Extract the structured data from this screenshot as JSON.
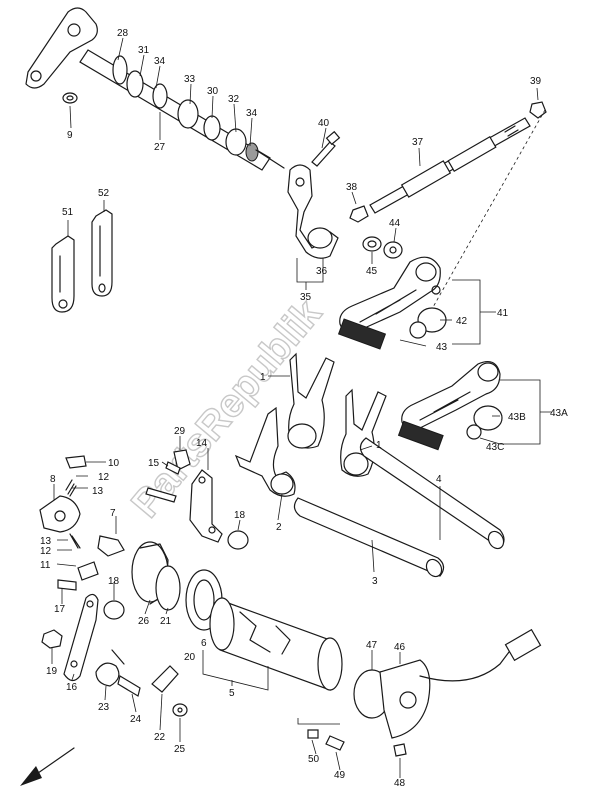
{
  "watermark": "PartsRepublik",
  "callouts": {
    "c1": "1",
    "c1b": "1",
    "c2": "2",
    "c3": "3",
    "c4": "4",
    "c5": "5",
    "c6": "6",
    "c7": "7",
    "c8": "8",
    "c9": "9",
    "c10": "10",
    "c11": "11",
    "c12": "12",
    "c12b": "12",
    "c13": "13",
    "c13b": "13",
    "c14": "14",
    "c15": "15",
    "c16": "16",
    "c17": "17",
    "c18": "18",
    "c18b": "18",
    "c19": "19",
    "c20": "20",
    "c21": "21",
    "c22": "22",
    "c23": "23",
    "c24": "24",
    "c25": "25",
    "c26": "26",
    "c27": "27",
    "c28": "28",
    "c29": "29",
    "c30": "30",
    "c31": "31",
    "c32": "32",
    "c33": "33",
    "c34": "34",
    "c34b": "34",
    "c35": "35",
    "c36": "36",
    "c37": "37",
    "c38": "38",
    "c39": "39",
    "c40": "40",
    "c41": "41",
    "c42": "42",
    "c43": "43",
    "c43A": "43A",
    "c43B": "43B",
    "c43C": "43C",
    "c44": "44",
    "c45": "45",
    "c46": "46",
    "c47": "47",
    "c48": "48",
    "c49": "49",
    "c50": "50",
    "c51": "51",
    "c52": "52"
  },
  "icons": {
    "front_arrow": "arrow-down-left-icon"
  }
}
